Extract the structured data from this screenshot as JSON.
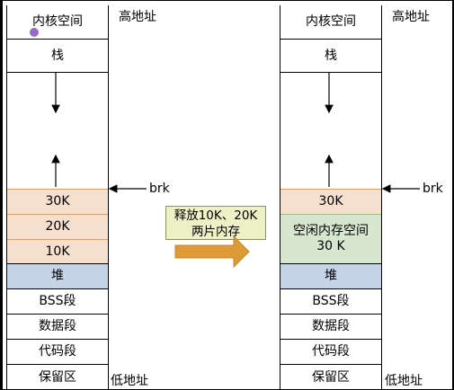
{
  "left": {
    "segments": [
      "内核空间",
      "栈",
      "30K",
      "20K",
      "10K",
      "堆",
      "BSS段",
      "数据段",
      "代码段",
      "保留区"
    ],
    "high_address": "高地址",
    "low_address": "低地址",
    "brk_label": "brk"
  },
  "right": {
    "segments": [
      "内核空间",
      "栈",
      "30K",
      "空闲内存空间\n30 K",
      "堆",
      "BSS段",
      "数据段",
      "代码段",
      "保留区"
    ],
    "high_address": "高地址",
    "low_address": "低地址",
    "brk_label": "brk"
  },
  "transition": {
    "label": "释放10K、20K\n两片内存"
  },
  "colors": {
    "heap": "#c6d4e7",
    "used_block": "#f6dfcc",
    "free_block": "#d7e7cf",
    "arrow": "#dd9a36",
    "note": "#eef0c6"
  }
}
